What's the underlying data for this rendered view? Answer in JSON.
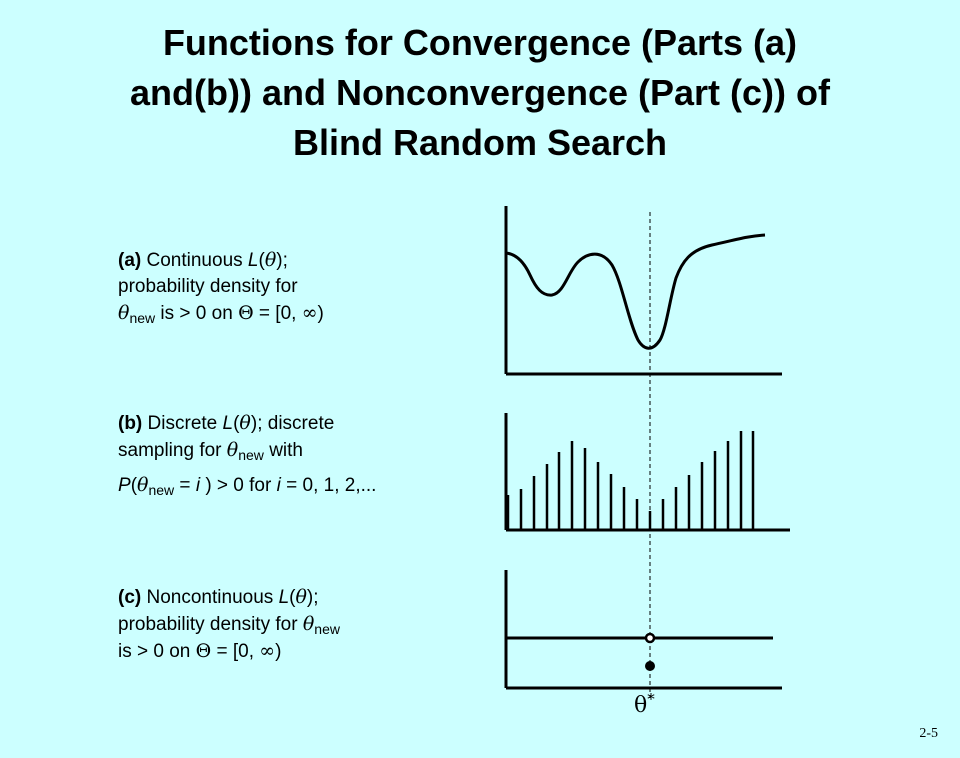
{
  "title": {
    "line1": "Functions for Convergence (Parts (a)",
    "line2": "and(b)) and Nonconvergence (Part (c)) of",
    "line3": "Blind Random Search"
  },
  "panel_a": {
    "tag": "(a)",
    "t1": " Continuous ",
    "L": "L",
    "open": "(",
    "theta": "θ",
    "close": ");",
    "line2": "probability density for",
    "theta_new": "θ",
    "sub_new": "new",
    "t3": " is > 0 on ",
    "Theta": "Θ",
    "t4": " = [0, ",
    "inf": "∞",
    "t5": ")"
  },
  "panel_b": {
    "tag": "(b)",
    "t1": " Discrete ",
    "L": "L",
    "open": "(",
    "theta": "θ",
    "close": "); discrete",
    "l2a": "sampling for ",
    "theta2": "θ",
    "sub2": "new",
    "l2b": " with",
    "P": "P",
    "l3a": "(",
    "theta3": "θ",
    "sub3": "new",
    "l3b": " = ",
    "i1": "i",
    "l3c": " ) > 0 for ",
    "i2": "i",
    "l3d": " = 0, 1, 2,..."
  },
  "panel_c": {
    "tag": "(c)",
    "t1": " Noncontinuous ",
    "L": "L",
    "open": "(",
    "theta": "θ",
    "close": ");",
    "l2a": "probability density for ",
    "theta2": "θ",
    "sub2": "new",
    "l3a": "is > 0 on ",
    "Theta": "Θ",
    "l3b": " = [0, ",
    "inf": "∞",
    "l3c": ")"
  },
  "theta_star": {
    "symbol": "θ",
    "sup": "*"
  },
  "slide_number": "2-5",
  "colors": {
    "background": "#ccffff",
    "ink": "#000000"
  }
}
